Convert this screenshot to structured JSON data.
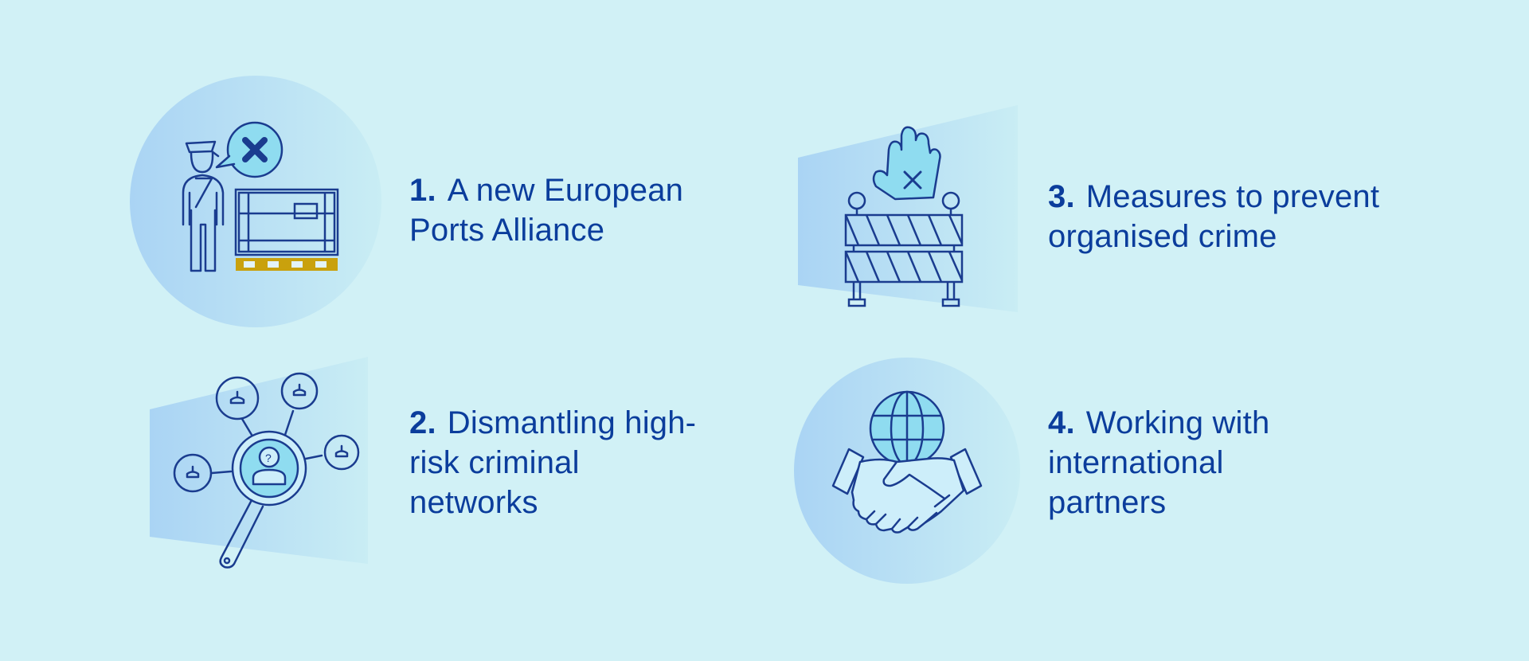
{
  "colors": {
    "background": "#d1f1f6",
    "text": "#0b3d9c",
    "line": "#1a3c8f",
    "icon_fill": "#8fdcf0",
    "accent_gold": "#c9a10d"
  },
  "items": [
    {
      "number": "1.",
      "text": "A new European Ports Alliance",
      "icon": "customs-officer-container-icon"
    },
    {
      "number": "2.",
      "text": "Dismantling high-risk criminal networks",
      "icon": "magnifier-network-icon"
    },
    {
      "number": "3.",
      "text": "Measures to prevent organised crime",
      "icon": "stop-hand-barrier-icon"
    },
    {
      "number": "4.",
      "text": "Working with international partners",
      "icon": "globe-handshake-icon"
    }
  ]
}
